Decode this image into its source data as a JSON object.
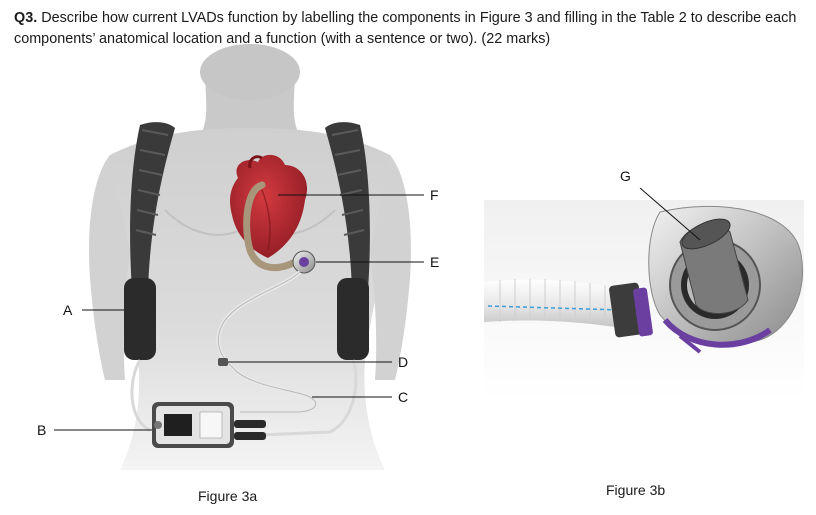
{
  "question": {
    "number": "Q3.",
    "text": "Describe how current LVADs function by labelling the components in Figure 3 and filling in the Table 2 to describe each components’ anatomical location and a function (with a sentence or two). (22 marks)"
  },
  "figure_a": {
    "caption": "Figure 3a",
    "labels": [
      "A",
      "B",
      "C",
      "D",
      "E",
      "F"
    ]
  },
  "figure_b": {
    "caption": "Figure 3b",
    "labels": [
      "G"
    ]
  },
  "colors": {
    "heart": "#b3262e",
    "body": "#d6d6d6",
    "harness": "#3a3a3a",
    "pump_purple": "#6a3fa0"
  }
}
